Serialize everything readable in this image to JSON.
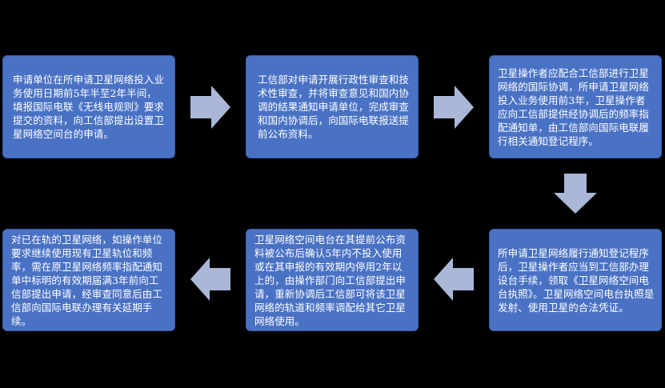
{
  "steps": [
    {
      "text": "申请单位在所申请卫星网络投入业务使用日期前5年半至2年半间，填报国际电联《无线电规则》要求提交的资料，向工信部提出设置卫星网络空间台的申请。"
    },
    {
      "text": "工信部对申请开展行政性审查和技术性审查，并将审查意见和国内协调的结果通知申请单位，完成审查和国内协调后，向国际电联报送提前公布资料。"
    },
    {
      "text": "卫星操作者应配合工信部进行卫星网络的国际协调，所申请卫星网络投入业务使用前3年，卫星操作者应向工信部提供经协调后的频率指配通知单，由工信部向国际电联履行相关通知登记程序。"
    },
    {
      "text": "所申请卫星网络履行通知登记程序后，卫星操作者应当到工信部办理设台手续，领取《卫星网络空间电台执照》。卫星网络空间电台执照是发射、使用卫星的合法凭证。"
    },
    {
      "text": "卫星网络空间电台在其提前公布资料被公布后确认5年内不投入使用或在其申报的有效期内停用2年以上的，由操作部门向工信部提出申请，重新协调后工信部可将该卫星网络的轨道和频率调配给其它卫星网络使用。"
    },
    {
      "text": "对已在轨的卫星网络，如操作单位要求继续使用现有卫星轨位和频率，需在原卫星网络频率指配通知单中标明的有效期届满3年前向工信部提出申请，经审查同意后由工信部向国际电联办理有关延期手续。"
    }
  ],
  "colors": {
    "box_blue": "#4a72c4",
    "arrow": "#aab7d7",
    "background": "#000000"
  }
}
